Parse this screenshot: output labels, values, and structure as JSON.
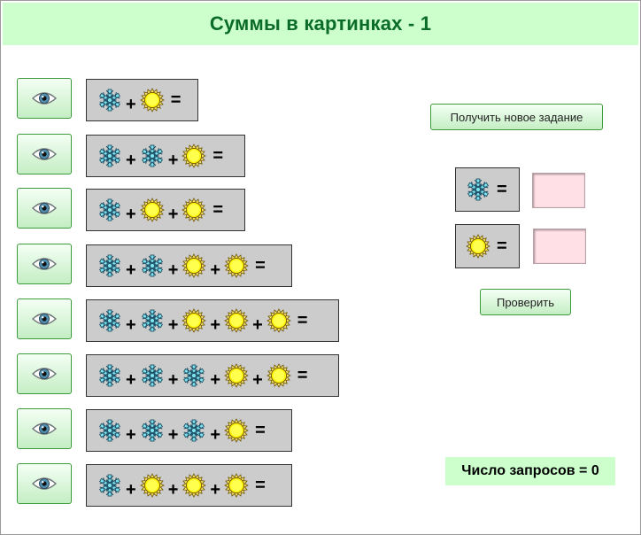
{
  "title": "Суммы в картинках - 1",
  "colors": {
    "title_bar": "#ccffcc",
    "title_text": "#0b6b2b",
    "equation_bg": "#cccccc",
    "answer_input_bg": "#ffe0e6"
  },
  "symbols": {
    "snowflake": {
      "icon": "snowflake-icon",
      "color": "#7fe3ee"
    },
    "sun": {
      "icon": "sun-icon",
      "color": "#fff200"
    }
  },
  "equations": [
    {
      "terms": [
        "snowflake",
        "sun"
      ]
    },
    {
      "terms": [
        "snowflake",
        "snowflake",
        "sun"
      ]
    },
    {
      "terms": [
        "snowflake",
        "sun",
        "sun"
      ]
    },
    {
      "terms": [
        "snowflake",
        "snowflake",
        "sun",
        "sun"
      ]
    },
    {
      "terms": [
        "snowflake",
        "snowflake",
        "sun",
        "sun",
        "sun"
      ]
    },
    {
      "terms": [
        "snowflake",
        "snowflake",
        "snowflake",
        "sun",
        "sun"
      ]
    },
    {
      "terms": [
        "snowflake",
        "snowflake",
        "snowflake",
        "sun"
      ]
    },
    {
      "terms": [
        "snowflake",
        "sun",
        "sun",
        "sun"
      ]
    }
  ],
  "plus_sign": "+",
  "equals_sign": "=",
  "show_button_icon": "eye-icon",
  "buttons": {
    "new_task": "Получить новое задание",
    "check": "Проверить"
  },
  "answers": [
    {
      "symbol": "snowflake",
      "value": ""
    },
    {
      "symbol": "sun",
      "value": ""
    }
  ],
  "counter": "Число запросов = 0"
}
